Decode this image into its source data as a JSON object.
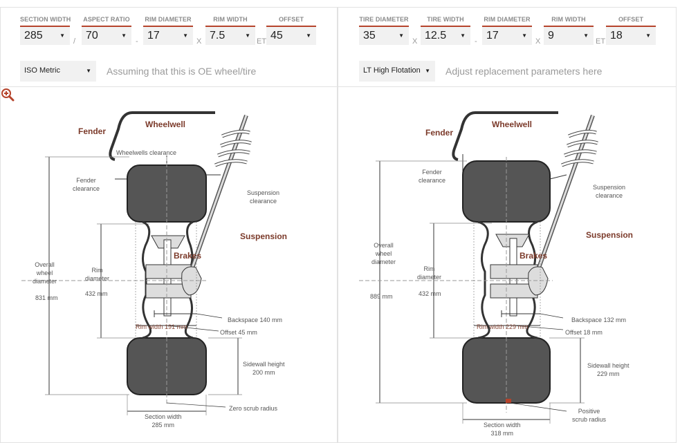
{
  "colors": {
    "accent": "#b5432b",
    "tire": "#555555",
    "label_dark": "#7b3a2a"
  },
  "original": {
    "fields": [
      {
        "label": "SECTION WIDTH",
        "value": "285"
      },
      {
        "label": "ASPECT RATIO",
        "value": "70"
      },
      {
        "label": "RIM DIAMETER",
        "value": "17"
      },
      {
        "label": "RIM WIDTH",
        "value": "7.5"
      },
      {
        "label": "OFFSET",
        "value": "45"
      }
    ],
    "separators": [
      "/",
      "-",
      "X",
      "ET"
    ],
    "unit_system": "ISO Metric",
    "hint": "Assuming that this is OE wheel/tire",
    "diagram": {
      "fender": "Fender",
      "wheelwell": "Wheelwell",
      "wheelwells_clearance": "Wheelwells clearance",
      "fender_clearance_1": "Fender",
      "fender_clearance_2": "clearance",
      "suspension_clearance_1": "Suspension",
      "suspension_clearance_2": "clearance",
      "suspension": "Suspension",
      "brakes": "Brakes",
      "overall_1": "Overall",
      "overall_2": "wheel",
      "overall_3": "diameter",
      "overall_value": "831 mm",
      "rim_1": "Rim",
      "rim_2": "diameter",
      "rim_value": "432 mm",
      "backspace": "Backspace 140 mm",
      "rim_width": "Rim width 191 mm",
      "offset": "Offset 45 mm",
      "sidewall_1": "Sidewall height",
      "sidewall_2": "200 mm",
      "scrub_1": "Zero scrub radius",
      "scrub_2": "",
      "section_1": "Section width",
      "section_2": "285 mm"
    }
  },
  "replacement": {
    "fields": [
      {
        "label": "TIRE DIAMETER",
        "value": "35"
      },
      {
        "label": "TIRE WIDTH",
        "value": "12.5"
      },
      {
        "label": "RIM DIAMETER",
        "value": "17"
      },
      {
        "label": "RIM WIDTH",
        "value": "9"
      },
      {
        "label": "OFFSET",
        "value": "18"
      }
    ],
    "separators": [
      "X",
      "-",
      "X",
      "ET"
    ],
    "unit_system": "LT High Flotation",
    "hint": "Adjust replacement parameters here",
    "diagram": {
      "fender": "Fender",
      "wheelwell": "Wheelwell",
      "fender_clearance_1": "Fender",
      "fender_clearance_2": "clearance",
      "suspension_clearance_1": "Suspension",
      "suspension_clearance_2": "clearance",
      "suspension": "Suspension",
      "brakes": "Brakes",
      "overall_1": "Overall",
      "overall_2": "wheel",
      "overall_3": "diameter",
      "overall_value": "889 mm",
      "rim_1": "Rim",
      "rim_2": "diameter",
      "rim_value": "432 mm",
      "backspace": "Backspace 132 mm",
      "rim_width": "Rim width 229 mm",
      "offset": "Offset 18 mm",
      "sidewall_1": "Sidewall height",
      "sidewall_2": "229 mm",
      "scrub_1": "Positive",
      "scrub_2": "scrub radius",
      "section_1": "Section width",
      "section_2": "318 mm"
    }
  }
}
